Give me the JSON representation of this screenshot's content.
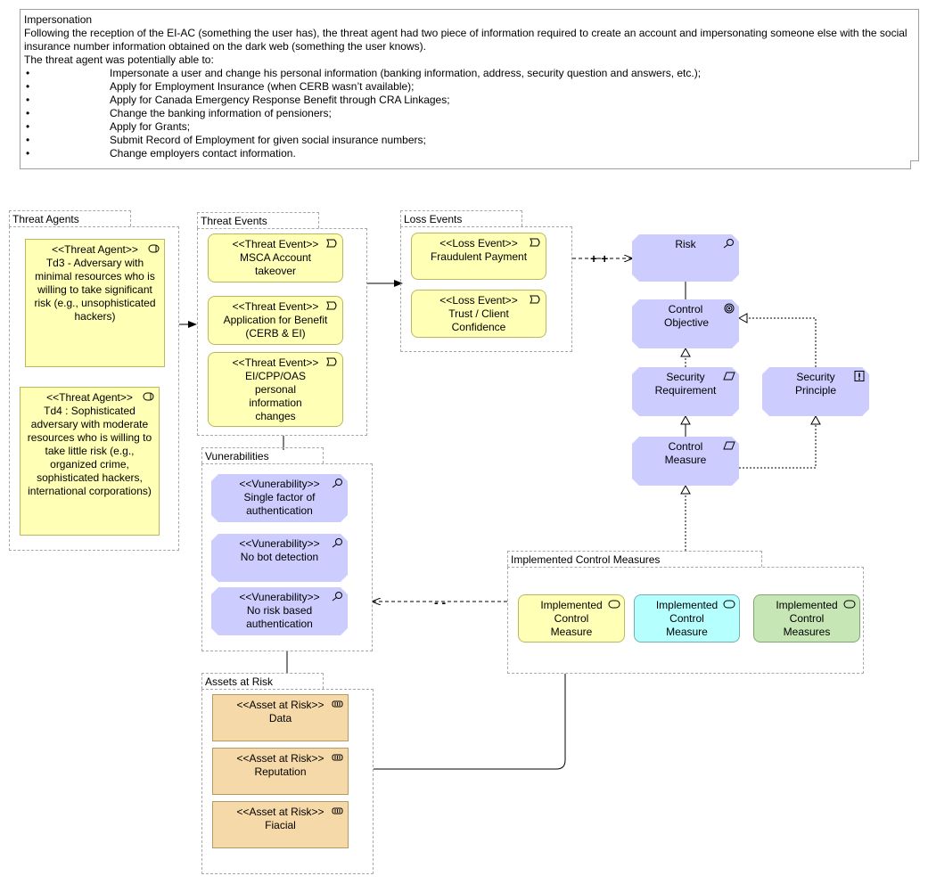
{
  "note": {
    "title": "Impersonation",
    "para1": "Following the reception of the EI-AC (something the user has), the threat agent had two piece of information required to create an account and impersonating someone else with the social insurance number information obtained on the dark web (something the user knows).",
    "para2": "The threat agent was potentially able to:",
    "bullets": [
      "Impersonate a user and change his personal information (banking information, address, security question and answers, etc.);",
      "Apply for Employment Insurance (when CERB wasn’t available);",
      "Apply for Canada Emergency Response Benefit through CRA Linkages;",
      "Change the banking information of pensioners;",
      "Apply for Grants;",
      "Submit Record of Employment for given social insurance numbers;",
      "Change employers contact information."
    ]
  },
  "groups": {
    "threat_agents": "Threat Agents",
    "threat_events": "Threat Events",
    "loss_events": "Loss Events",
    "vulnerabilities": "Vunerabilities",
    "assets": "Assets at Risk",
    "implemented": "Implemented Control Measures"
  },
  "threat_agents": [
    {
      "stereo": "<<Threat Agent>>",
      "text": "Td3 - Adversary with minimal resources who is willing to take significant risk (e.g., unsophisticated hackers)"
    },
    {
      "stereo": "<<Threat Agent>>",
      "text": "Td4 :  Sophisticated adversary with moderate resources who is willing to take little risk (e.g., organized crime, sophisticated hackers, international corporations)"
    }
  ],
  "threat_events": [
    {
      "stereo": "<<Threat Event>>",
      "text": "MSCA Account takeover"
    },
    {
      "stereo": "<<Threat Event>>",
      "text": "Application for Benefit (CERB & EI)"
    },
    {
      "stereo": "<<Threat Event>>",
      "text": "EI/CPP/OAS personal information changes"
    }
  ],
  "loss_events": [
    {
      "stereo": "<<Loss Event>>",
      "text": "Fraudulent Payment"
    },
    {
      "stereo": "<<Loss Event>>",
      "text": "Trust / Client Confidence"
    }
  ],
  "vulnerabilities": [
    {
      "stereo": "<<Vunerability>>",
      "text": "Single factor of authentication"
    },
    {
      "stereo": "<<Vunerability>>",
      "text": "No bot detection"
    },
    {
      "stereo": "<<Vunerability>>",
      "text": "No risk based authentication"
    }
  ],
  "assets": [
    {
      "stereo": "<<Asset at Risk>>",
      "text": "Data"
    },
    {
      "stereo": "<<Asset at Risk>>",
      "text": "Reputation"
    },
    {
      "stereo": "<<Asset at Risk>>",
      "text": "Fiacial"
    }
  ],
  "risk_model": {
    "risk": "Risk",
    "control_objective": "Control Objective",
    "security_requirement": "Security Requirement",
    "security_principle": "Security Principle",
    "control_measure": "Control Measure"
  },
  "implemented": [
    {
      "text": "Implemented Control Measure",
      "color": "#ffffb5"
    },
    {
      "text": "Implemented Control Measure",
      "color": "#b5ffff"
    },
    {
      "text": "Implemented Control Measures",
      "color": "#c7e6b5"
    }
  ],
  "connector_labels": {
    "plus": "+ +",
    "minus": "- -"
  }
}
